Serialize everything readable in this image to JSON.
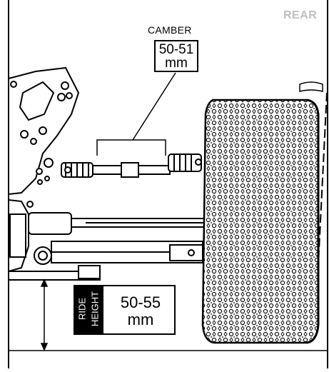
{
  "corner_label": "REAR",
  "camber": {
    "title": "CAMBER",
    "value": "50-51",
    "unit": "mm"
  },
  "ride_height": {
    "side_line1": "RIDE",
    "side_line2": "HEIGHT",
    "value": "50-55",
    "unit": "mm"
  }
}
